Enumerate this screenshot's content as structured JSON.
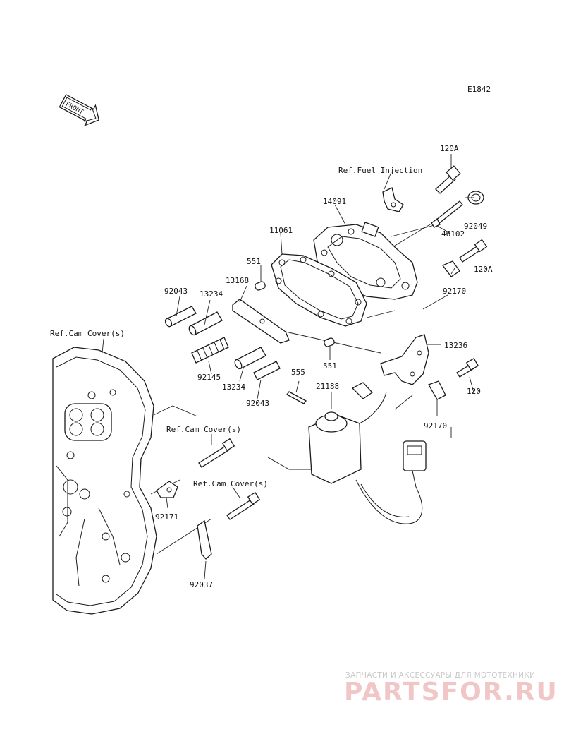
{
  "diagram": {
    "code": "E1842",
    "front_label": "FRONT",
    "references": {
      "fuel_injection": "Ref.Fuel Injection",
      "cam_cover_1": "Ref.Cam Cover(s)",
      "cam_cover_2": "Ref.Cam Cover(s)",
      "cam_cover_3": "Ref.Cam Cover(s)"
    },
    "parts": {
      "p120A_top": "120A",
      "p120A_right": "120A",
      "p14091": "14091",
      "p92049": "92049",
      "p46102": "46102",
      "p11061": "11061",
      "p551_top": "551",
      "p551_bottom": "551",
      "p13168": "13168",
      "p92043_top": "92043",
      "p92043_bottom": "92043",
      "p13234_top": "13234",
      "p13234_bottom": "13234",
      "p92145": "92145",
      "p92170_top": "92170",
      "p92170_bottom": "92170",
      "p13236": "13236",
      "p555": "555",
      "p21188": "21188",
      "p120": "120",
      "p92171": "92171",
      "p92037": "92037"
    }
  },
  "watermark": {
    "tagline": "ЗАПЧАСТИ И АКСЕССУАРЫ ДЛЯ МОТОТЕХНИКИ",
    "logo": "PARTSFOR.RU"
  }
}
